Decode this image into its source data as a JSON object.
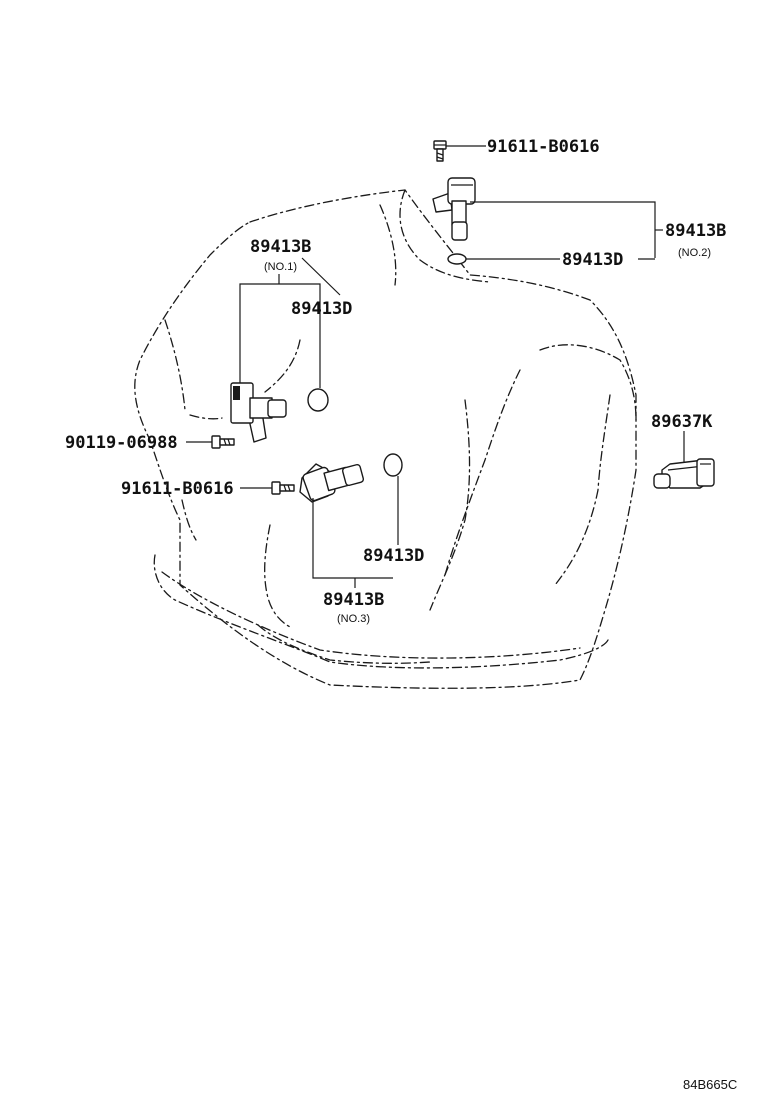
{
  "labels": {
    "bolt_top": "91611-B0616",
    "sensor_no2": "89413B",
    "sensor_no2_sub": "(NO.2)",
    "oring_no2": "89413D",
    "sensor_no1": "89413B",
    "sensor_no1_sub": "(NO.1)",
    "oring_no1": "89413D",
    "bolt_left": "90119-06988",
    "bolt_mid": "91611-B0616",
    "knock_sensor": "89637K",
    "oring_no3": "89413D",
    "sensor_no3": "89413B",
    "sensor_no3_sub": "(NO.3)"
  },
  "diagram_code": "84B665C"
}
